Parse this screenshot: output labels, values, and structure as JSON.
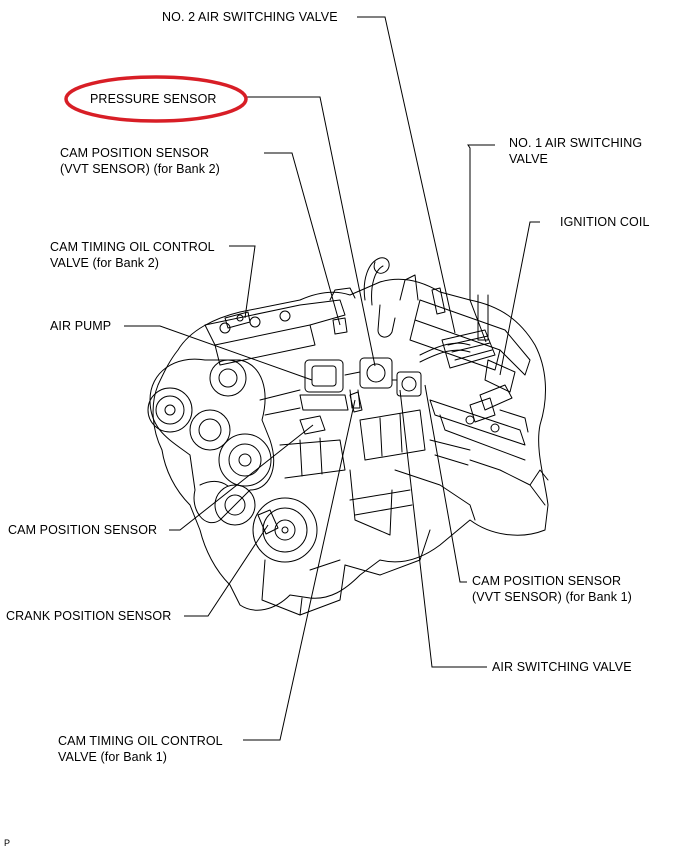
{
  "labels": {
    "no2_air_switching_valve": "NO. 2 AIR SWITCHING VALVE",
    "pressure_sensor": "PRESSURE SENSOR",
    "cam_position_sensor_vvt_bank2_line1": "CAM POSITION SENSOR",
    "cam_position_sensor_vvt_bank2_line2": "(VVT SENSOR) (for Bank 2)",
    "no1_air_switching_valve_line1": "NO. 1 AIR SWITCHING",
    "no1_air_switching_valve_line2": "VALVE",
    "ignition_coil": "IGNITION COIL",
    "cam_timing_ocv_bank2_line1": "CAM TIMING OIL CONTROL",
    "cam_timing_ocv_bank2_line2": "VALVE (for Bank 2)",
    "air_pump": "AIR PUMP",
    "cam_position_sensor": "CAM POSITION SENSOR",
    "crank_position_sensor": "CRANK POSITION SENSOR",
    "cam_position_sensor_vvt_bank1_line1": "CAM POSITION SENSOR",
    "cam_position_sensor_vvt_bank1_line2": "(VVT SENSOR) (for Bank 1)",
    "air_switching_valve": "AIR SWITCHING VALVE",
    "cam_timing_ocv_bank1_line1": "CAM TIMING OIL CONTROL",
    "cam_timing_ocv_bank1_line2": "VALVE (for Bank 1)"
  },
  "corner_mark": "P",
  "highlight_color": "#d81e26"
}
